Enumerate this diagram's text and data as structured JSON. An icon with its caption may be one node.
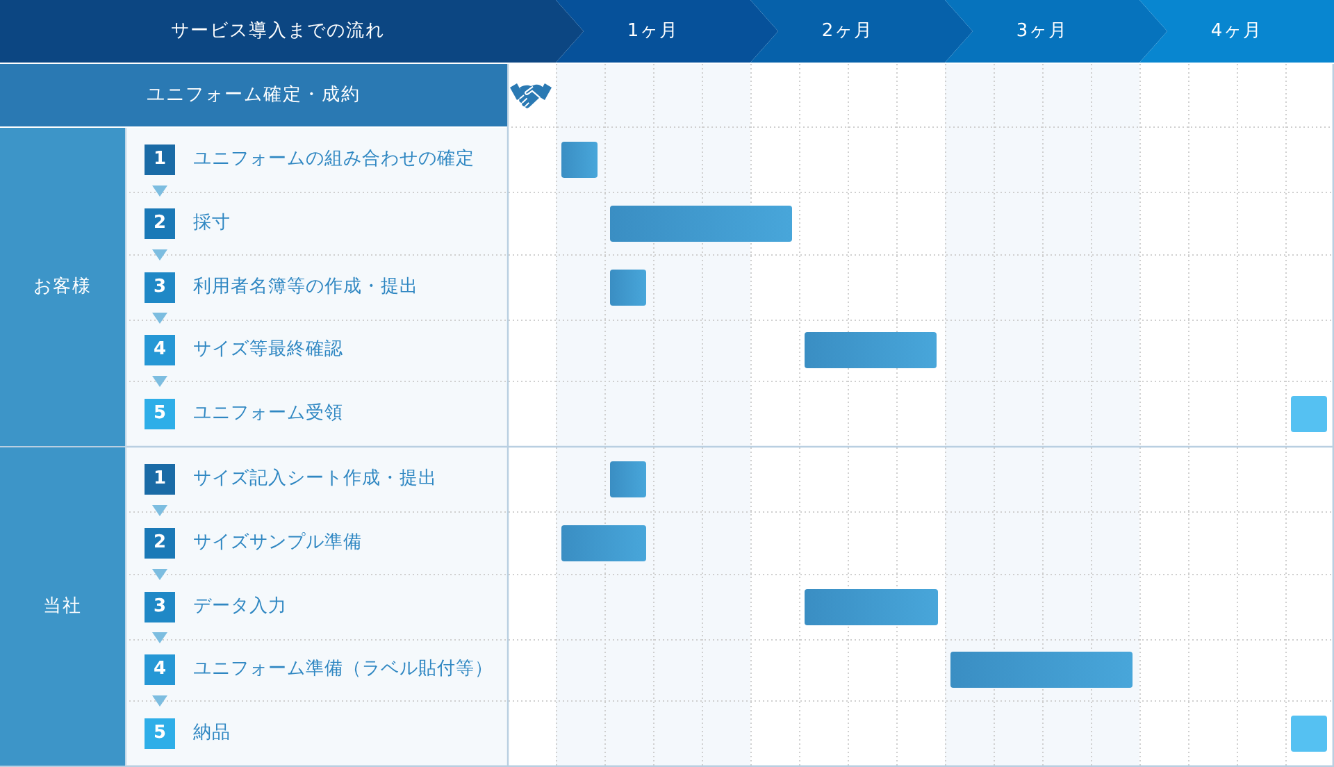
{
  "diagram": {
    "nodes": [
      {
        "text": [
          "サービス導入までの流れ"
        ]
      },
      {
        "text": [
          "1ヶ月"
        ]
      },
      {
        "text": [
          "2ヶ月"
        ]
      },
      {
        "text": [
          "3ヶ月"
        ]
      },
      {
        "text": [
          "4ヶ月"
        ]
      },
      {
        "text": [
          "ユニフォーム確定・成約"
        ]
      },
      {
        "text": [],
        "shape": "picture"
      },
      {
        "text": [
          "お客様"
        ]
      },
      {
        "text": [
          "1"
        ],
        "beside": [
          "ユニフォームの組み合わせの確定"
        ]
      },
      {
        "text": [],
        "shape": "bar"
      },
      {
        "text": [
          "2"
        ],
        "beside": [
          "採寸"
        ]
      },
      {
        "text": [],
        "shape": "bar"
      },
      {
        "text": [
          "3"
        ],
        "beside": [
          "利用者名簿等の作成・提出"
        ]
      },
      {
        "text": [],
        "shape": "bar"
      },
      {
        "text": [
          "4"
        ],
        "beside": [
          "サイズ等最終確認"
        ]
      },
      {
        "text": [],
        "shape": "bar"
      },
      {
        "text": [
          "5"
        ],
        "beside": [
          "ユニフォーム受領"
        ]
      },
      {
        "text": [],
        "shape": "bar"
      },
      {
        "text": [
          "当社"
        ]
      },
      {
        "text": [
          "1"
        ],
        "beside": [
          "サイズ記入シート作成・提出"
        ]
      },
      {
        "text": [],
        "shape": "bar"
      },
      {
        "text": [
          "2"
        ],
        "beside": [
          "サイズサンプル準備"
        ]
      },
      {
        "text": [],
        "shape": "bar"
      },
      {
        "text": [
          "3"
        ],
        "beside": [
          "データ入力"
        ]
      },
      {
        "text": [],
        "shape": "bar"
      },
      {
        "text": [
          "4"
        ],
        "beside": [
          "ユニフォーム準備（ラベル貼付等）"
        ]
      },
      {
        "text": [],
        "shape": "bar"
      },
      {
        "text": [
          "5"
        ],
        "beside": [
          "納品"
        ]
      },
      {
        "text": [],
        "shape": "bar"
      }
    ],
    "edges": [
      {
        "from": 8,
        "to": 10,
        "arrow": "to"
      },
      {
        "from": 10,
        "to": 12,
        "arrow": "to"
      },
      {
        "from": 12,
        "to": 14,
        "arrow": "to"
      },
      {
        "from": 14,
        "to": 16,
        "arrow": "to"
      },
      {
        "from": 19,
        "to": 21,
        "arrow": "to"
      },
      {
        "from": 21,
        "to": 23,
        "arrow": "to"
      },
      {
        "from": 23,
        "to": 25,
        "arrow": "to"
      },
      {
        "from": 25,
        "to": 27,
        "arrow": "to"
      }
    ]
  }
}
